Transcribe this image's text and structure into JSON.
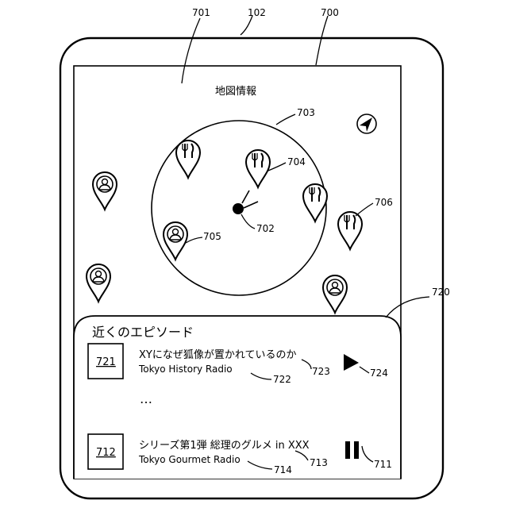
{
  "map": {
    "title": "地図情報"
  },
  "refs": {
    "r701": "701",
    "r102": "102",
    "r700": "700",
    "r703": "703",
    "r704": "704",
    "r702": "702",
    "r705": "705",
    "r706": "706",
    "r720": "720",
    "r722": "722",
    "r723": "723",
    "r724": "724",
    "r713": "713",
    "r714": "714",
    "r711": "711"
  },
  "panel": {
    "title": "近くのエピソード",
    "ellipsis": "…",
    "episodes": [
      {
        "box": "721",
        "title": "XYになぜ狐像が置かれているのか",
        "subtitle": "Tokyo History Radio"
      },
      {
        "box": "712",
        "title": "シリーズ第1弾 総理のグルメ in XXX",
        "subtitle": "Tokyo Gourmet Radio"
      }
    ]
  },
  "icons": {
    "compass": "compass-arrow-icon",
    "restaurant": "restaurant-pin-icon",
    "person": "person-pin-icon",
    "current": "current-location-icon",
    "play": "play-icon",
    "pause": "pause-icon"
  }
}
